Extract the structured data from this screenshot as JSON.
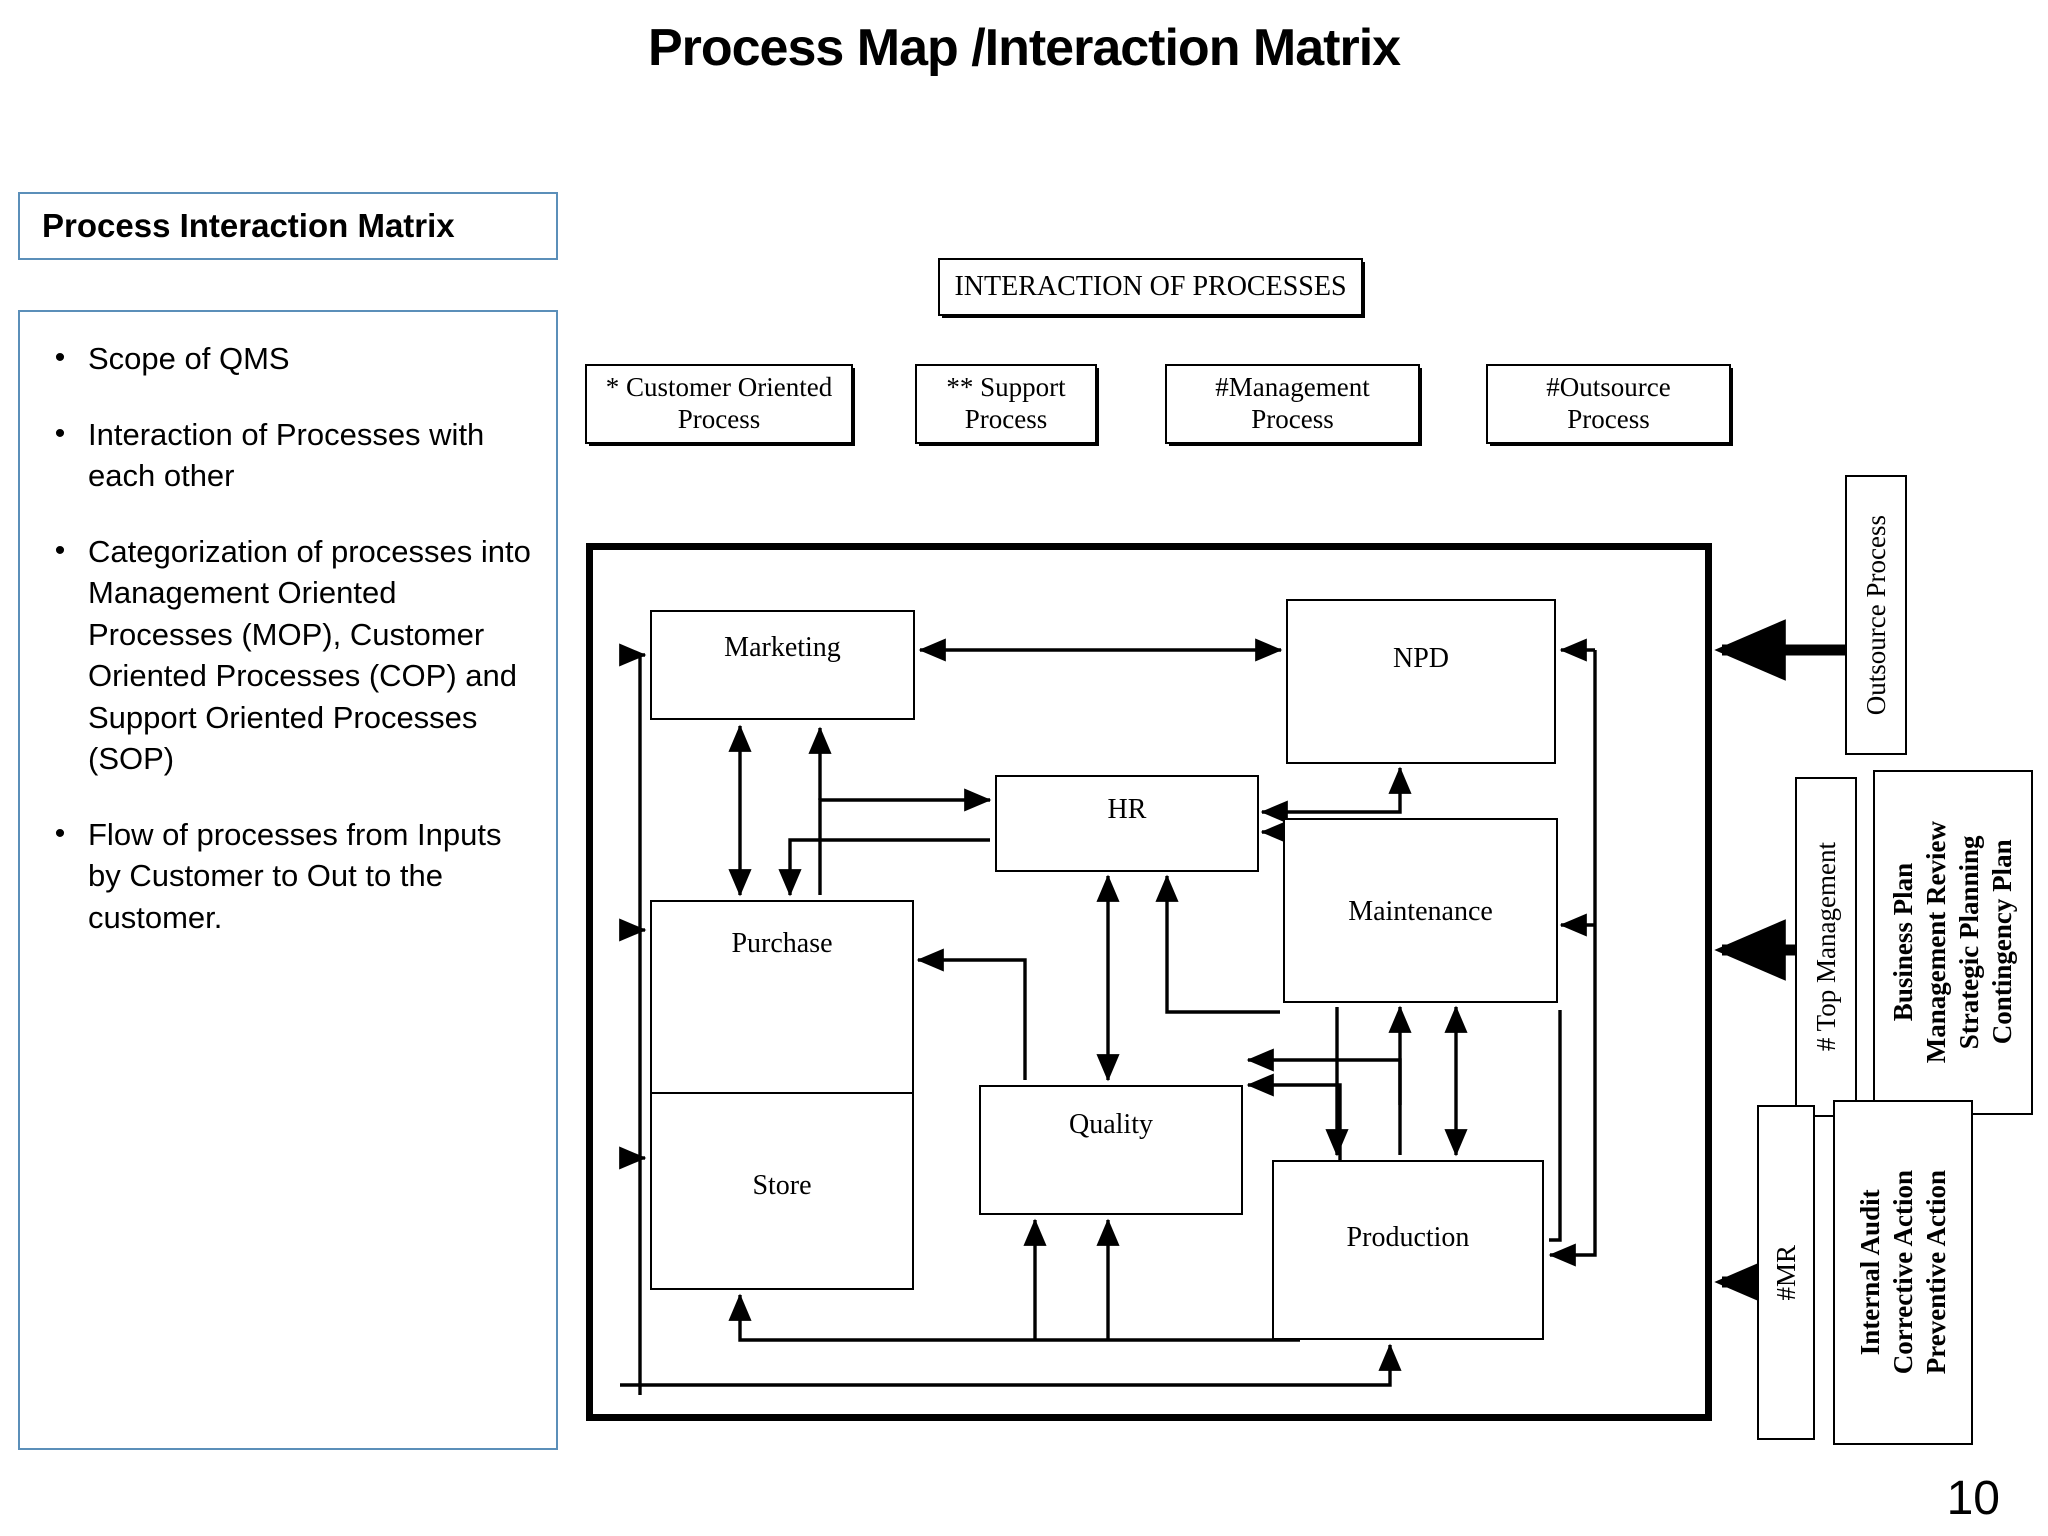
{
  "slide": {
    "title": "Process Map /Interaction Matrix",
    "page_number": "10",
    "accent_border_color": "#5b8fb9",
    "line_color": "#000000"
  },
  "panel": {
    "heading": "Process Interaction Matrix",
    "bullet_marker": "•",
    "bullets": [
      "Scope of QMS",
      "Interaction of Processes with each other",
      "Categorization of processes into Management Oriented Processes (MOP), Customer Oriented Processes (COP) and Support Oriented Processes (SOP)",
      "Flow of processes from Inputs by Customer to Out to the customer."
    ]
  },
  "diagram": {
    "header": "INTERACTION OF PROCESSES",
    "legend": [
      {
        "label": "* Customer Oriented\nProcess",
        "marker": "*",
        "name": "Customer Oriented Process"
      },
      {
        "label": "** Support\nProcess",
        "marker": "**",
        "name": "Support Process"
      },
      {
        "label": "#Management\nProcess",
        "marker": "#",
        "name": "Management Process"
      },
      {
        "label": "#Outsource\nProcess",
        "marker": "#",
        "name": "Outsource Process"
      }
    ],
    "processes": [
      {
        "id": "marketing",
        "label": "Marketing"
      },
      {
        "id": "npd",
        "label": "NPD"
      },
      {
        "id": "hr",
        "label": "HR"
      },
      {
        "id": "maintenance",
        "label": "Maintenance"
      },
      {
        "id": "purchase",
        "label": "Purchase"
      },
      {
        "id": "store",
        "label": "Store"
      },
      {
        "id": "quality",
        "label": "Quality"
      },
      {
        "id": "production",
        "label": "Production"
      }
    ],
    "external_inputs": [
      {
        "id": "outsource",
        "label": "Outsource Process"
      },
      {
        "id": "top-management",
        "label": "# Top Management"
      },
      {
        "id": "business-plan",
        "label": "Business Plan\nManagement Review\nStrategic Planning\nContingency Plan"
      },
      {
        "id": "mr",
        "label": "#MR"
      },
      {
        "id": "audit",
        "label": "Internal Audit\nCorrective Action\nPreventive Action"
      }
    ]
  }
}
